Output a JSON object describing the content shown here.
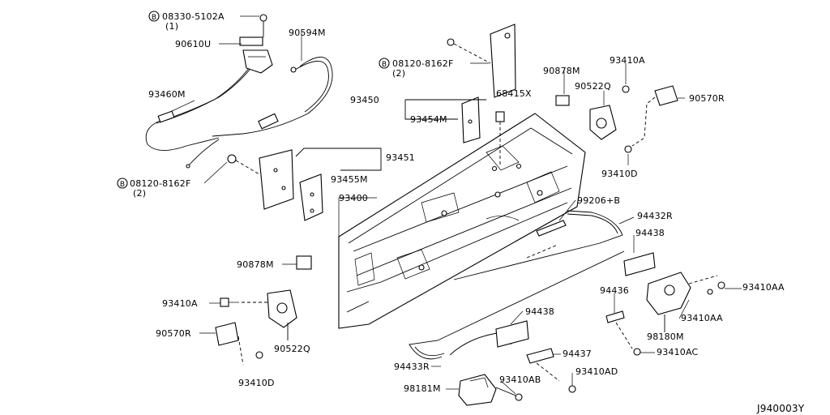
{
  "labels": {
    "bolt_08330": "08330-5102A",
    "bolt_08330_qty": "(1)",
    "p90610U": "90610U",
    "p90594M": "90594M",
    "bolt_08120_top": "08120-8162F",
    "bolt_08120_top_qty": "(2)",
    "p93460M": "93460M",
    "p93450": "93450",
    "p93454M": "93454M",
    "p68415X": "68415X",
    "p90878M_top": "90878M",
    "p93410A_top": "93410A",
    "p90522Q_top": "90522Q",
    "p90570R_top": "90570R",
    "p93410D_top": "93410D",
    "p93451": "93451",
    "bolt_08120_left": "08120-8162F",
    "bolt_08120_left_qty": "(2)",
    "p93455M": "93455M",
    "p93400": "93400",
    "p99206B": "99206+B",
    "p94432R": "94432R",
    "p94438_top": "94438",
    "p90878M_left": "90878M",
    "p93410A_left": "93410A",
    "p90570R_left": "90570R",
    "p90522Q_left": "90522Q",
    "p93410D_left": "93410D",
    "p94436": "94436",
    "p93410AA_1": "93410AA",
    "p93410AA_2": "93410AA",
    "p98180M": "98180M",
    "p94438_mid": "94438",
    "p93410AC": "93410AC",
    "p94437": "94437",
    "p94433R": "94433R",
    "p93410AD": "93410AD",
    "p98181M": "98181M",
    "p93410AB": "93410AB",
    "bolt_marker": "B",
    "ref_code": "J940003Y"
  }
}
